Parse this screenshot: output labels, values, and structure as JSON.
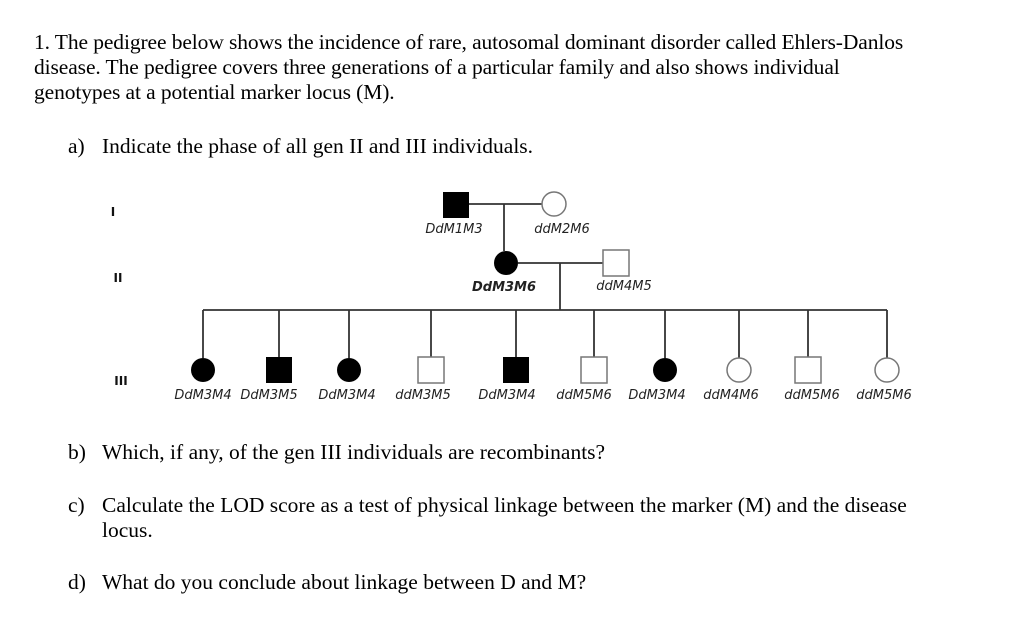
{
  "problem": {
    "number": "1.",
    "intro": "The pedigree below shows the incidence of rare, autosomal dominant disorder called Ehlers-Danlos disease. The pedigree covers three generations of a particular family and also shows individual genotypes at a potential marker locus (M).",
    "intro_lines": [
      "1. The pedigree below shows the incidence of rare, autosomal dominant disorder called Ehlers-Danlos",
      "disease. The pedigree covers three generations of a particular family and also shows individual",
      "genotypes at a potential marker locus (M)."
    ]
  },
  "questions": [
    {
      "label": "a)",
      "text": "Indicate the phase of all gen II and III individuals."
    },
    {
      "label": "b)",
      "text": "Which, if any, of the gen III individuals are recombinants?"
    },
    {
      "label": "c)",
      "text": "Calculate the LOD score as a test of physical linkage between the marker (M) and the disease",
      "text_cont": "locus."
    },
    {
      "label": "d)",
      "text": "What do you conclude about linkage between D and M?"
    }
  ],
  "pedigree": {
    "generation_labels": [
      "I",
      "II",
      "III"
    ],
    "generation_I": [
      {
        "sex": "male",
        "affected": true,
        "genotype": "DdM1M3"
      },
      {
        "sex": "female",
        "affected": false,
        "genotype": "ddM2M6"
      }
    ],
    "generation_II": [
      {
        "sex": "female",
        "affected": true,
        "genotype": "DdM3M6",
        "bold": true
      },
      {
        "sex": "male",
        "affected": false,
        "genotype": "ddM4M5"
      }
    ],
    "generation_III": [
      {
        "sex": "female",
        "affected": true,
        "genotype": "DdM3M4"
      },
      {
        "sex": "male",
        "affected": true,
        "genotype": "DdM3M5"
      },
      {
        "sex": "female",
        "affected": true,
        "genotype": "DdM3M4"
      },
      {
        "sex": "male",
        "affected": false,
        "genotype": "ddM3M5"
      },
      {
        "sex": "male",
        "affected": true,
        "genotype": "DdM3M4"
      },
      {
        "sex": "male",
        "affected": false,
        "genotype": "ddM5M6"
      },
      {
        "sex": "female",
        "affected": true,
        "genotype": "DdM3M4"
      },
      {
        "sex": "female",
        "affected": false,
        "genotype": "ddM4M6"
      },
      {
        "sex": "male",
        "affected": false,
        "genotype": "ddM5M6"
      },
      {
        "sex": "female",
        "affected": false,
        "genotype": "ddM5M6"
      }
    ],
    "colors": {
      "affected": "#000000",
      "unaffected_stroke": "#777777",
      "line": "#333333"
    }
  }
}
